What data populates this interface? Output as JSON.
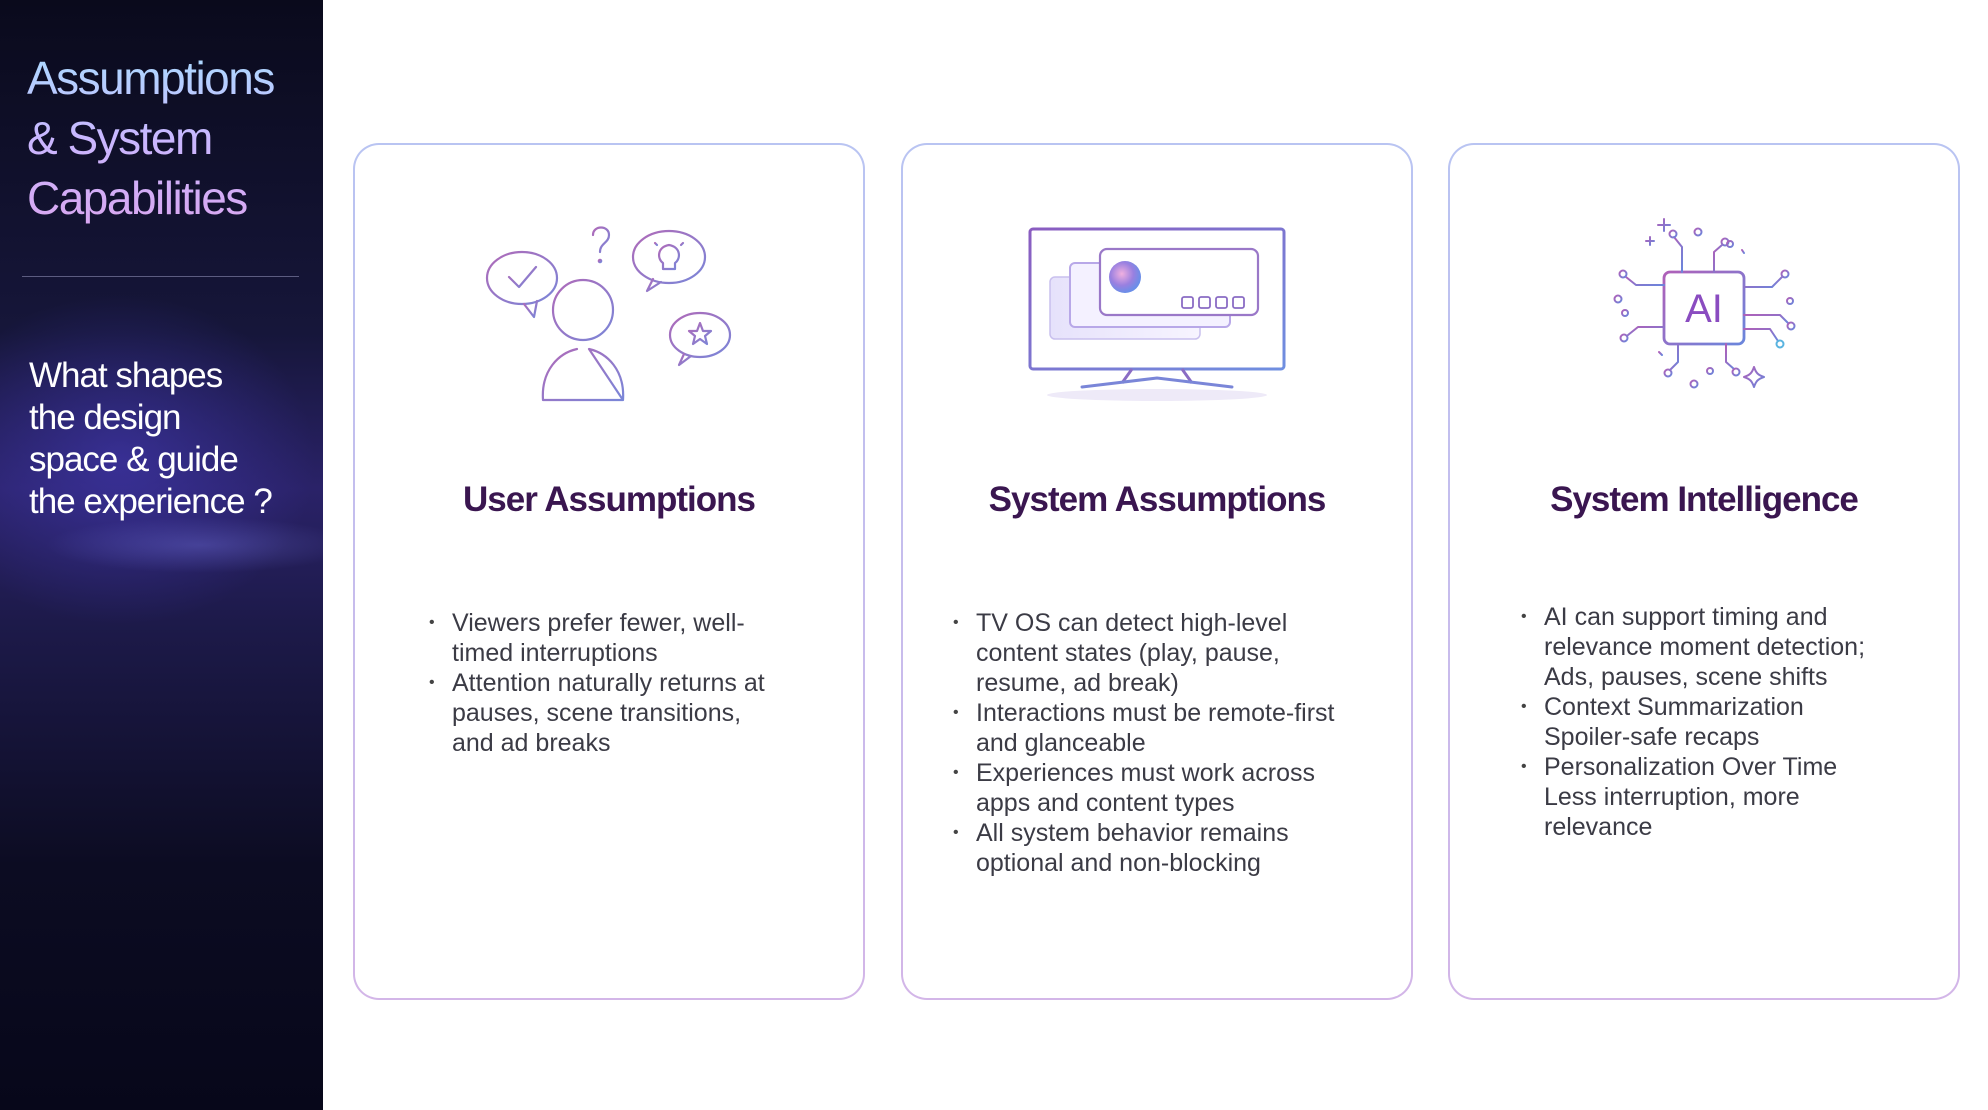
{
  "sidebar": {
    "title_lines": [
      "Assumptions",
      "& System",
      "Capabilities"
    ],
    "question_lines": [
      "What shapes",
      "the design",
      "space & guide",
      "the experience ?"
    ]
  },
  "cards": [
    {
      "icon": "user-thought-bubbles-icon",
      "title": "User Assumptions",
      "bullets": [
        [
          "Viewers prefer fewer, well-",
          "timed interruptions"
        ],
        [
          "Attention naturally returns at",
          "pauses, scene transitions,",
          "and ad breaks"
        ]
      ]
    },
    {
      "icon": "tv-monitor-icon",
      "title": "System Assumptions",
      "bullets": [
        [
          "TV OS can detect high-level",
          "content states (play, pause,",
          "resume, ad break)"
        ],
        [
          "Interactions must be remote-first",
          "and glanceable"
        ],
        [
          "Experiences must work across",
          "apps and content types"
        ],
        [
          "All system behavior remains",
          "optional and non-blocking"
        ]
      ]
    },
    {
      "icon": "ai-chip-icon",
      "icon_text": "AI",
      "title": "System Intelligence",
      "bullets": [
        [
          "AI can support timing and",
          "relevance moment detection;",
          "Ads, pauses, scene shifts"
        ],
        [
          "Context Summarization",
          "Spoiler-safe recaps"
        ],
        [
          "Personalization Over Time",
          "Less interruption, more",
          "relevance"
        ]
      ]
    }
  ],
  "colors": {
    "sidebar_bg": "#0a0a1c",
    "title_color": "#3a1650",
    "card_border": "#c6bdee",
    "icon_stroke": "#9a78c8"
  }
}
